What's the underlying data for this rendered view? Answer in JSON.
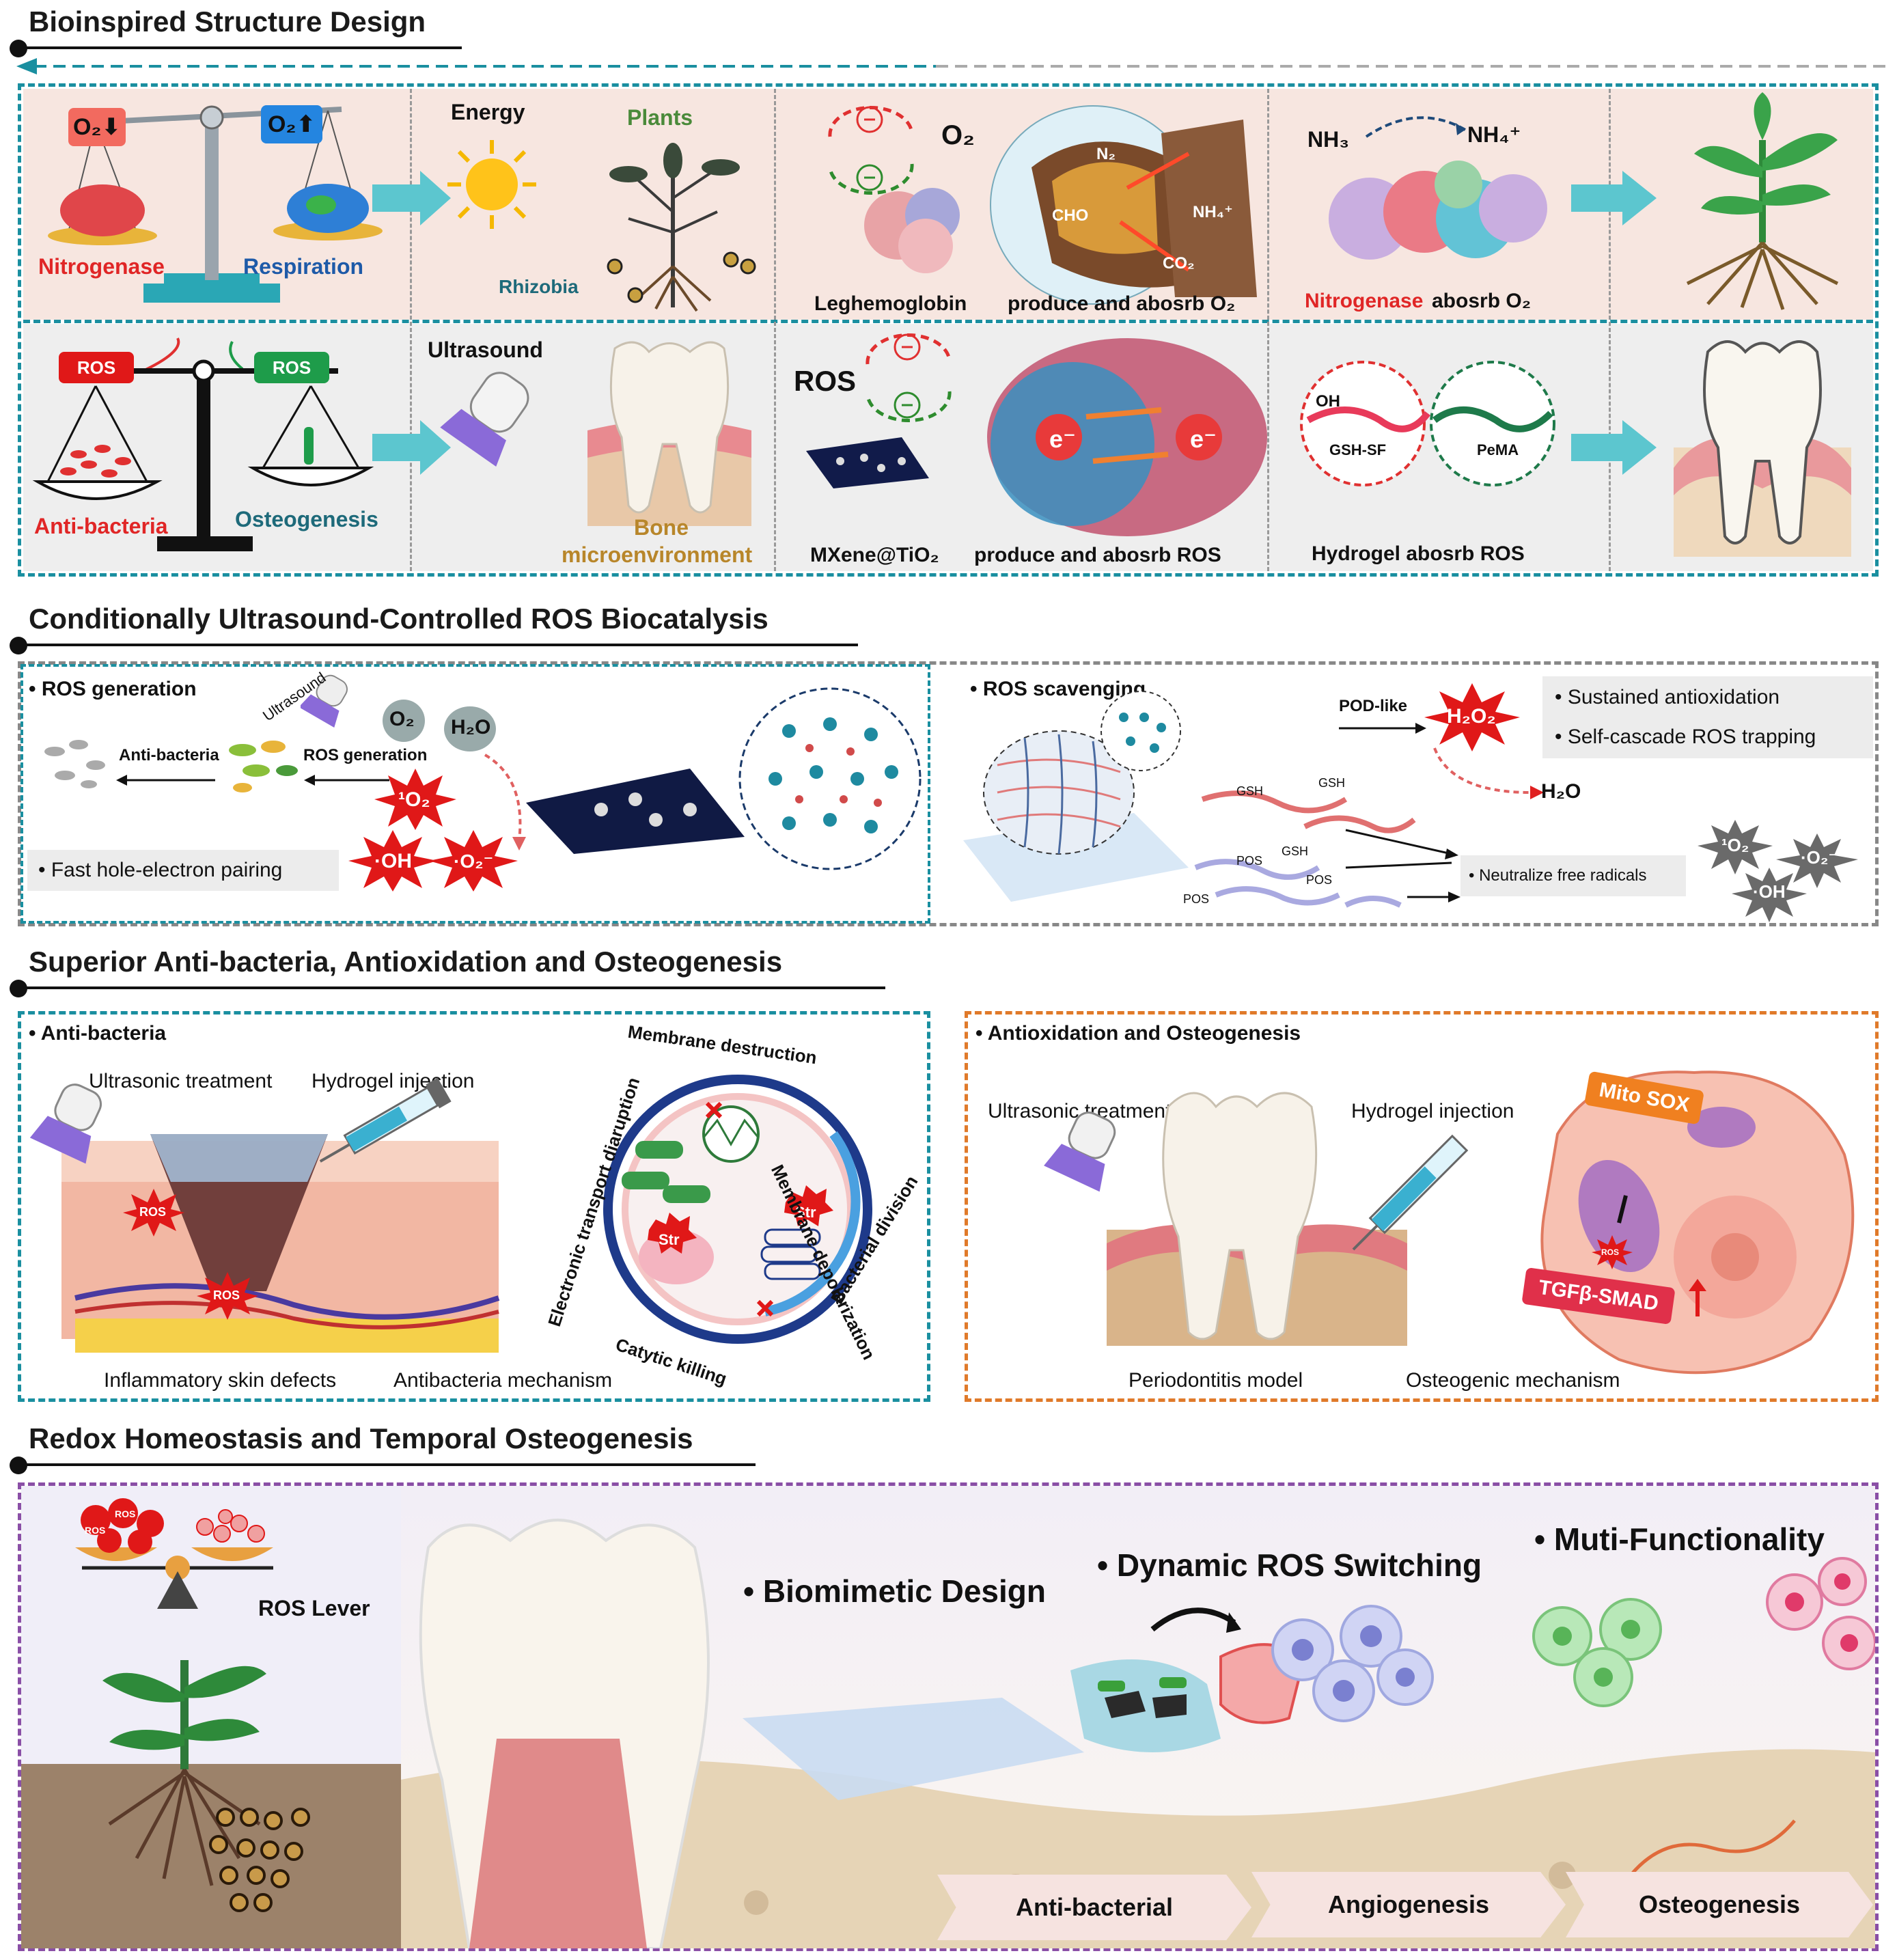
{
  "colors": {
    "teal_dash": "#1a8fa0",
    "gray_dash": "#888888",
    "orange_dash": "#e07a2a",
    "purple_dash": "#8a4fa6",
    "pink_cell": "#f7e6e0",
    "gray_cell": "#eeeeee",
    "ros_red": "#d9161c",
    "ros_green": "#1e9c4a",
    "arrow_teal": "#5cc6cf"
  },
  "sections": {
    "s1": "Bioinspired Structure Design",
    "s2": "Conditionally Ultrasound-Controlled ROS Biocatalysis",
    "s3": "Superior Anti-bacteria,  Antioxidation and  Osteogenesis",
    "s4": "Redox Homeostasis and Temporal Osteogenesis"
  },
  "row1": {
    "o2_down": "O₂⬇",
    "o2_up": "O₂⬆",
    "nitrogenase": "Nitrogenase",
    "respiration": "Respiration",
    "energy": "Energy",
    "plants": "Plants",
    "rhizobia": "Rhizobia",
    "o2": "O₂",
    "n2": "N₂",
    "cho": "CHO",
    "nh4": "NH₄⁺",
    "co2": "CO₂",
    "leghemoglobin": "Leghemoglobin",
    "produce_o2": "produce and abosrb O₂",
    "nh3": "NH₃",
    "nh4_plus": "NH₄⁺",
    "nitrogenase_abs_a": "Nitrogenase",
    "nitrogenase_abs_b": "abosrb O₂"
  },
  "row2": {
    "ros_left": "ROS",
    "ros_right": "ROS",
    "antibacteria": "Anti-bacteria",
    "osteogenesis": "Osteogenesis",
    "ultrasound": "Ultrasound",
    "bone_micro_1": "Bone",
    "bone_micro_2": "microenvironment",
    "ros": "ROS",
    "e_minus": "e⁻",
    "mxene": "MXene@TiO₂",
    "produce_ros": "produce and abosrb ROS",
    "oh": "OH",
    "gsh_sf": "GSH-SF",
    "pema": "PeMA",
    "hydrogel_abs": "Hydrogel abosrb ROS"
  },
  "s2": {
    "gen_title": "• ROS generation",
    "ultrasound": "Ultrasound",
    "o2": "O₂",
    "h2o": "H₂O",
    "antibacteria": "Anti-bacteria",
    "ros_generation": "ROS generation",
    "singlet": "¹O₂",
    "oh": "·OH",
    "superoxide": "·O₂⁻",
    "fast_pairing": "•   Fast hole-electron pairing",
    "scav_title": "• ROS scavenging",
    "pod_like": "POD-like",
    "h2o2": "H₂O₂",
    "h2o_out": "H₂O",
    "gsh": "GSH",
    "pos": "POS",
    "sustained": "•   Sustained antioxidation",
    "self_cascade": "•   Self-cascade ROS trapping",
    "neutralize": "•      Neutralize free radicals",
    "g_singlet": "¹O₂",
    "g_super": "·O₂⁻",
    "g_oh": "·OH"
  },
  "s3": {
    "ab_title": "• Anti-bacteria",
    "ultrasonic": "Ultrasonic treatment",
    "hydrogel_inj": "Hydrogel injection",
    "ros": "ROS",
    "inflam": "Inflammatory skin defects",
    "ab_mech": "Antibacteria mechanism",
    "ring": [
      "Membrane destruction",
      "Membrane depolarization",
      "Bacterial division",
      "Catytic killing",
      "Electronic transport diaruption"
    ],
    "stress": "Str",
    "ao_title": "• Antioxidation and  Osteogenesis",
    "ultrasonic2": "Ultrasonic treatment",
    "hydrogel_inj2": "Hydrogel injection",
    "perio": "Periodontitis model",
    "osteo_mech": "Osteogenic mechanism",
    "mitosox": "Mito SOX",
    "tgfb": "TGFβ-SMAD",
    "ros_small": "ROS"
  },
  "s4": {
    "ros_lever": "ROS Lever",
    "ros": "ROS",
    "biomimetic": "•  Biomimetic Design",
    "dynamic": "•  Dynamic ROS Switching",
    "muti": "•  Muti-Functionality",
    "anti_bacterial": "Anti-bacterial",
    "angiogenesis": "Angiogenesis",
    "osteogenesis": "Osteogenesis"
  }
}
